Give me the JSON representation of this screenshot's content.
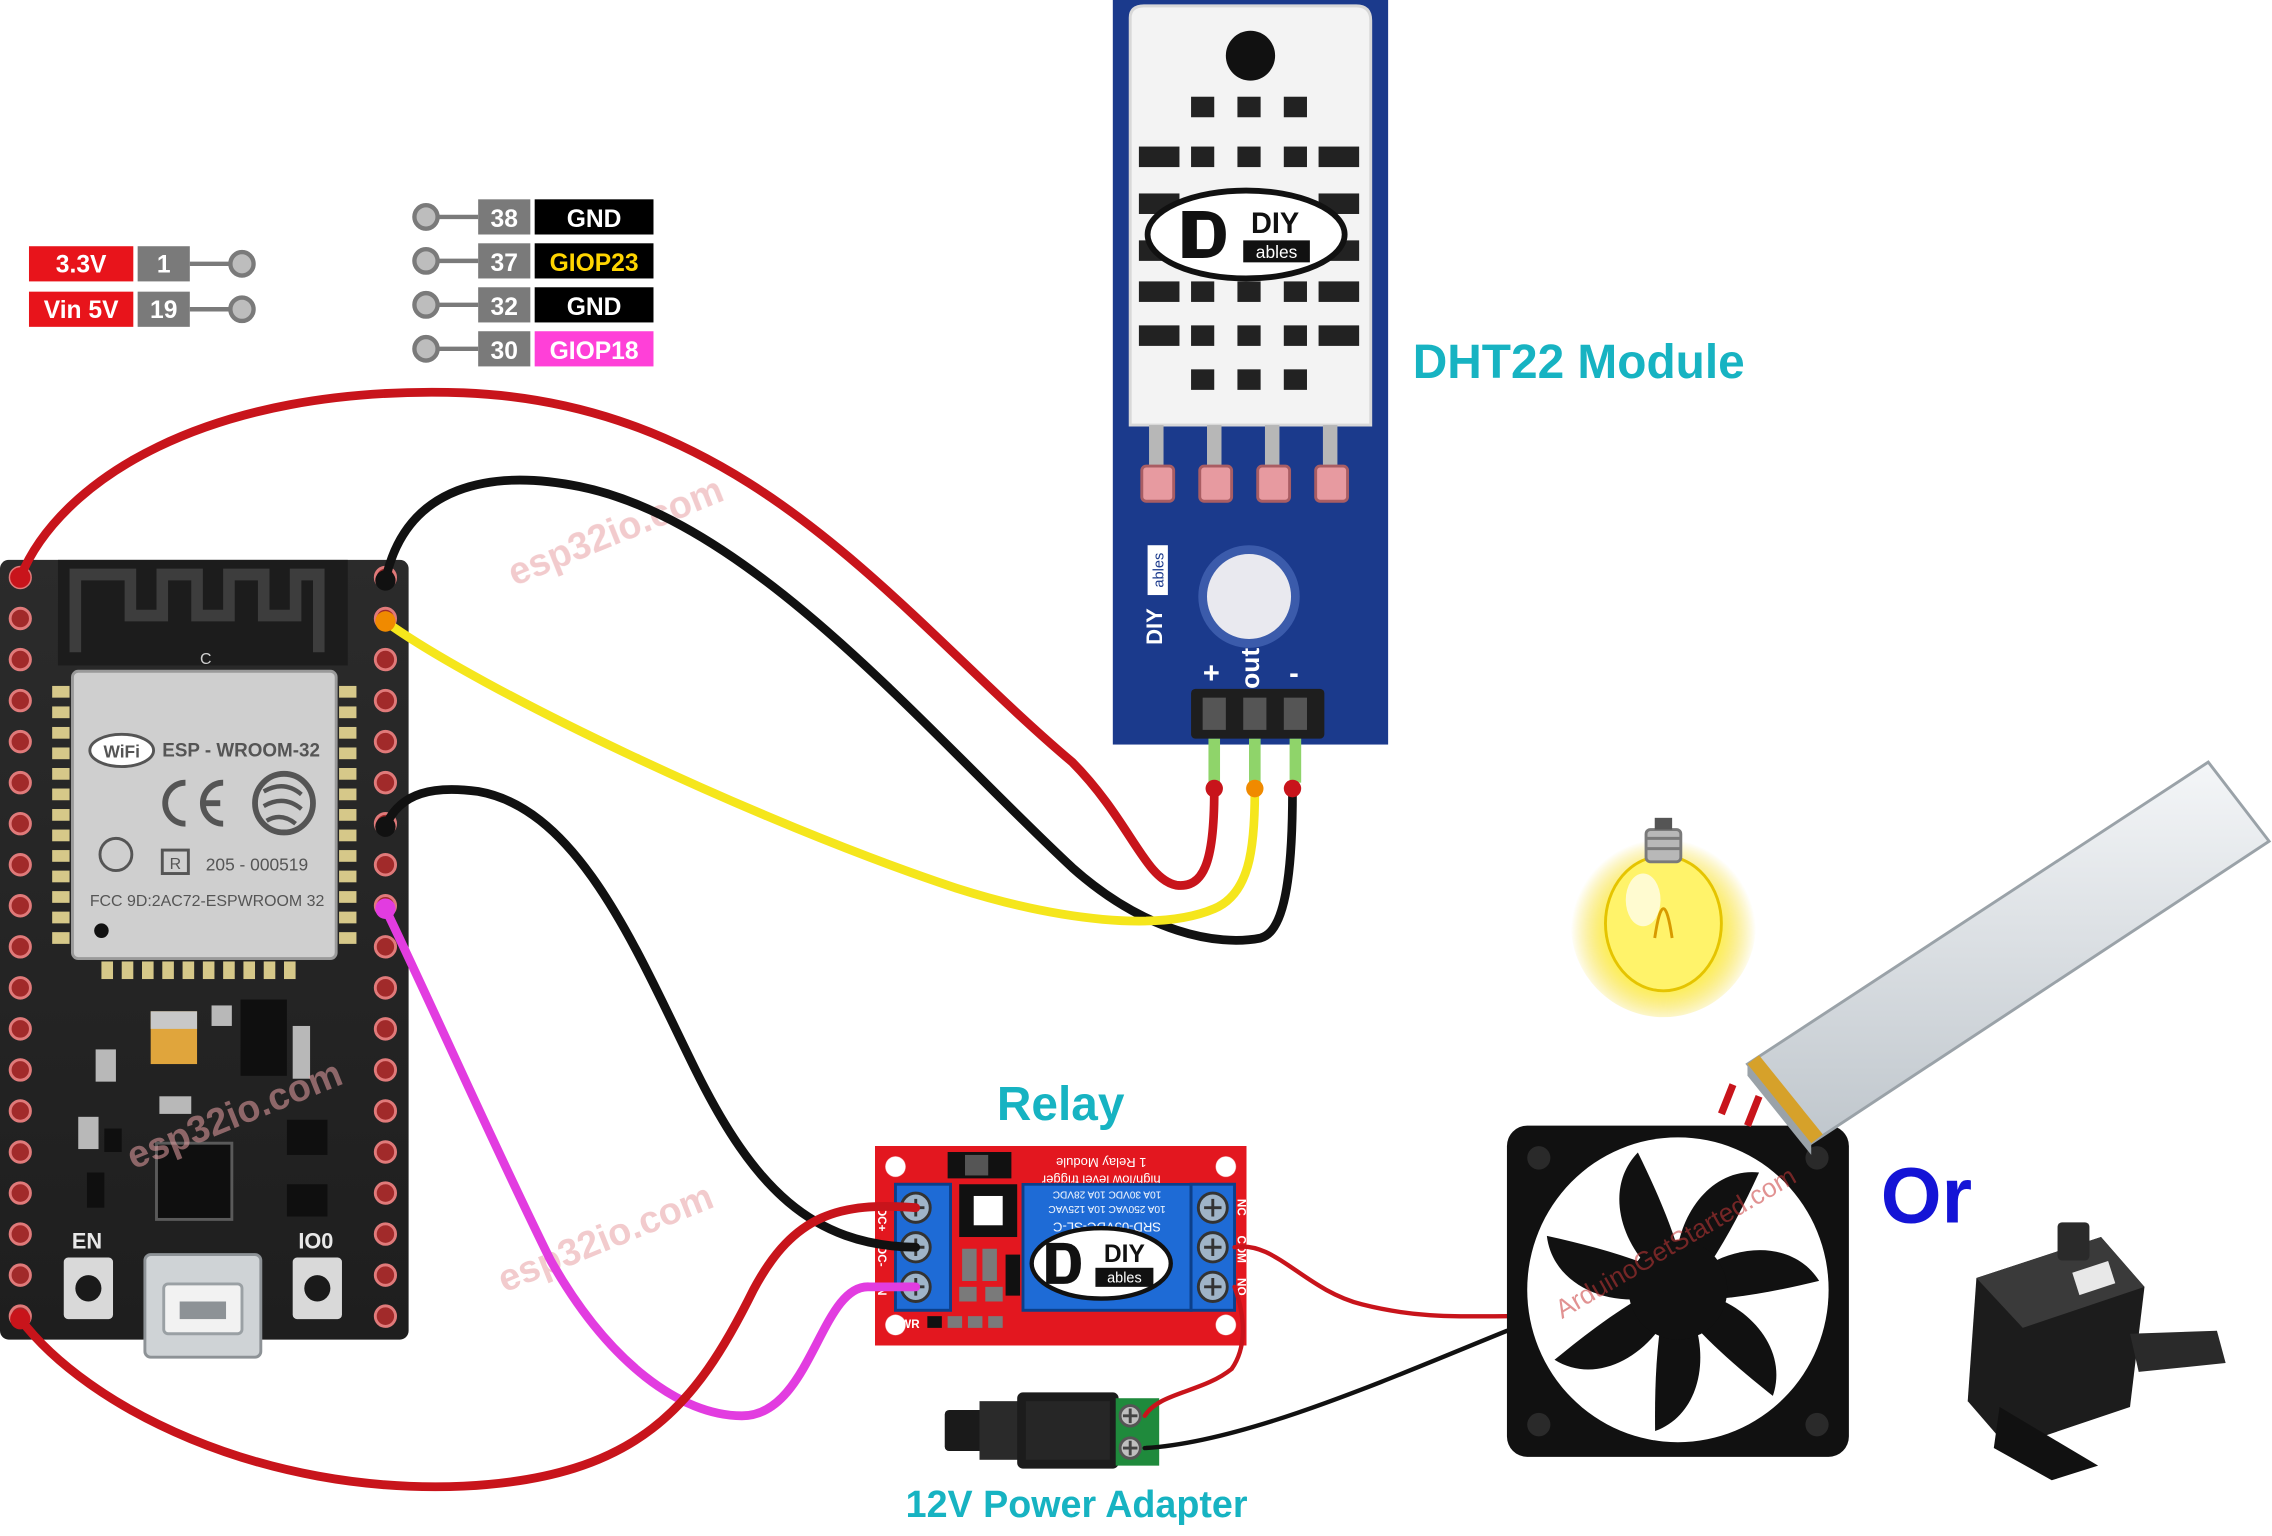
{
  "pin_legend_left": [
    {
      "label": "3.3V",
      "pin": "1",
      "label_color": "#e8141b"
    },
    {
      "label": "Vin 5V",
      "pin": "19",
      "label_color": "#e8141b"
    }
  ],
  "pin_legend_right": [
    {
      "pin": "38",
      "label": "GND",
      "label_color": "#000000",
      "text_color": "#ffffff"
    },
    {
      "pin": "37",
      "label": "GIOP23",
      "label_color": "#000000",
      "text_color": "#ffd500"
    },
    {
      "pin": "32",
      "label": "GND",
      "label_color": "#000000",
      "text_color": "#ffffff"
    },
    {
      "pin": "30",
      "label": "GIOP18",
      "label_color": "#ff40d8",
      "text_color": "#ffffff"
    }
  ],
  "esp32": {
    "module_name": "ESP - WROOM-32",
    "cert_number": "205 - 000519",
    "fcc_id": "FCC 9D:2AC72-ESPWROOM 32",
    "button_en": "EN",
    "button_io0": "IO0",
    "antenna_mark": "C",
    "wifi_badge": "WiFi"
  },
  "dht22": {
    "label": "DHT22 Module",
    "pin_plus": "+",
    "pin_out": "out",
    "pin_minus": "-",
    "brand_top": "DIY",
    "brand_bottom": "ables"
  },
  "relay": {
    "label": "Relay",
    "top_text_1": "high/low level trigger",
    "top_text_2": "1 Relay Module",
    "coil_text_1": "SRD-05VDC-SL-C",
    "coil_text_2": "10A 250VAC 10A 125VAC",
    "coil_text_3": "10A 30VDC 10A 28VDC",
    "brand_top": "DIY",
    "brand_bottom": "ables",
    "pin_dc_plus": "DC+",
    "pin_dc_minus": "DC-",
    "pin_in": "IN",
    "pin_nc": "NC",
    "pin_com": "COM",
    "pin_no": "NO",
    "pwr_mark": "PWR"
  },
  "power_adapter": {
    "label": "12V Power Adapter"
  },
  "or_label": "Or",
  "watermarks": [
    "esp32io.com",
    "esp32io.com",
    "esp32io.com",
    "ArduinoGetStarted.com"
  ],
  "colors": {
    "wire_red": "#c8141b",
    "wire_black": "#111111",
    "wire_yellow": "#f5e61c",
    "wire_magenta": "#e23ce0",
    "label_teal": "#17b3c2",
    "or_blue": "#1414d6",
    "pcb_blue": "#1b3a8c",
    "relay_red": "#e3171f"
  },
  "icons": [
    "wifi-badge-icon",
    "ce-mark-icon",
    "espressif-logo-icon",
    "lightbulb-icon",
    "water-pump-icon",
    "fan-icon",
    "heater-strip-icon"
  ]
}
